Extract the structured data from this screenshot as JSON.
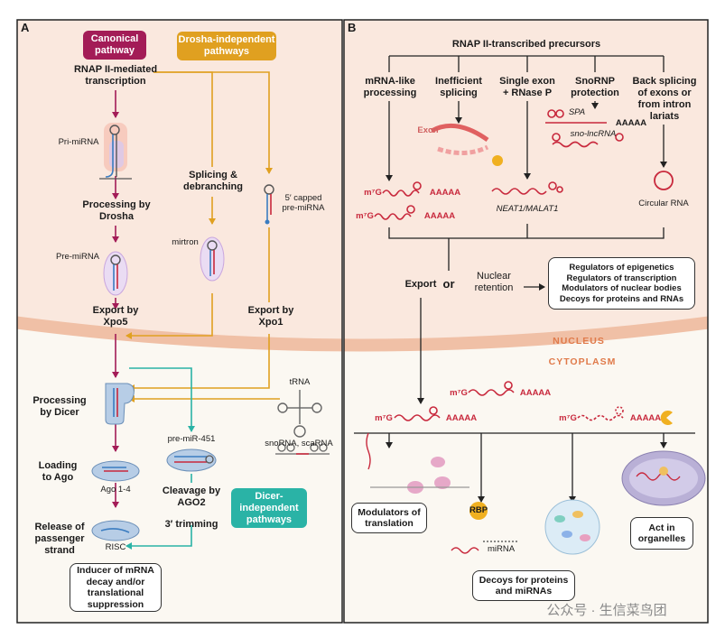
{
  "panel_a": {
    "letter": "A",
    "canonical_pathway": "Canonical\npathway",
    "drosha_independent": "Drosha-independent\npathways",
    "dicer_independent": "Dicer-\nindependent\npathways",
    "rnap2_transcription": "RNAP II-mediated\ntranscription",
    "pri_mirna": "Pri-miRNA",
    "processing_drosha": "Processing by\nDrosha",
    "pre_mirna": "Pre-miRNA",
    "splicing_debranching": "Splicing &\ndebranching",
    "mirtron": "mirtron",
    "capped_pre_mirna": "5′ capped\npre-miRNA",
    "export_xpo5": "Export by\nXpo5",
    "export_xpo1": "Export by\nXpo1",
    "processing_dicer": "Processing\nby Dicer",
    "trna": "tRNA",
    "snorna_scarna": "snoRNA, scaRNA",
    "pre_mir_451": "pre-miR-451",
    "loading_ago": "Loading\nto Ago",
    "ago_1_4": "Ago 1-4",
    "cleavage_ago2": "Cleavage by\nAGO2",
    "trimming": "3′ trimming",
    "release_passenger": "Release of\npassenger\nstrand",
    "risc": "RISC",
    "inducer_box": "Inducer of mRNA\ndecay and/or\ntranslational\nsuppression"
  },
  "panel_b": {
    "letter": "B",
    "header": "RNAP II-transcribed precursors",
    "mrna_like": "mRNA-like\nprocessing",
    "inefficient_splicing": "Inefficient\nsplicing",
    "single_exon": "Single exon\n+ RNase P",
    "snornp": "SnoRNP\nprotection",
    "back_splicing": "Back splicing\nof exons or\nfrom intron\nlariats",
    "exon": "Exon",
    "spa": "SPA",
    "sno_lncrna": "sno-lncRNA",
    "m7g": "m⁷G",
    "aaaaa": "AAAAA",
    "neat1": "NEAT1/MALAT1",
    "circular_rna": "Circular RNA",
    "export": "Export",
    "or": "or",
    "nuclear_retention": "Nuclear\nretention",
    "regulators_box": "Regulators of epigenetics\nRegulators of transcription\nModulators of nuclear bodies\nDecoys for proteins and RNAs",
    "modulators_box": "Modulators of\ntranslation",
    "rbp": "RBP",
    "mirna": "miRNA",
    "decoys_box": "Decoys for proteins\nand miRNAs",
    "organelles_box": "Act in\norganelles"
  },
  "compartments": {
    "nucleus": "NUCLEUS",
    "cytoplasm": "CYTOPLASM"
  },
  "watermark": "公众号 · 生信菜鸟团",
  "colors": {
    "canonical": "#a31c57",
    "drosha": "#e0a020",
    "dicer": "#2ab3a6",
    "nucleus_bg": "#fae8de",
    "cytoplasm_bg": "#fbf8f2",
    "membrane": "#f0c0a6",
    "rna_red": "#c8283c",
    "mirna_blue": "#3a7cc0"
  }
}
